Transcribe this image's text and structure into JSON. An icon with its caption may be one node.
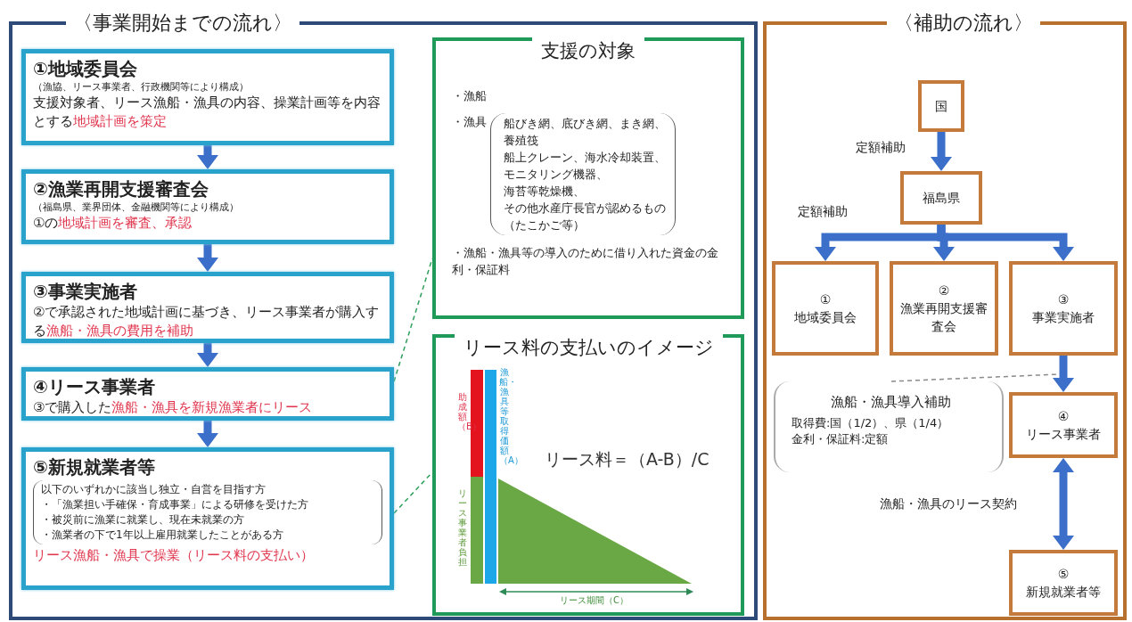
{
  "diagram": {
    "nodes": [
      {
        "text": [
          "〈事業開始までの流れ〉"
        ]
      },
      {
        "text": [
          "①地域委員会",
          "（漁協、リース事業者、行政機関等により構成）",
          "支援対象者、リース漁船・漁具の内容、操業計画等を内容とする",
          "地域計画を策定"
        ],
        "in": 0
      },
      {
        "text": [
          "②漁業再開支援審査会",
          "（福島県、業界団体、金融機関等により構成）",
          "①の",
          "地域計画を審査、承認"
        ],
        "in": 0
      },
      {
        "text": [
          "③事業実施者",
          "②で承認された地域計画に基づき、リース事業者が購入する",
          "漁船・漁具の費用を補助"
        ],
        "in": 0
      },
      {
        "text": [
          "④リース事業者",
          "③で購入した",
          "漁船・漁具を新規漁業者にリース"
        ],
        "in": 0
      },
      {
        "text": [
          "⑤新規就業者等",
          "以下のいずれかに該当し独立・自営を目指す方",
          "・「漁業担い手確保・育成事業」による研修を受けた方",
          "・被災前に漁業に就業し、現在未就業の方",
          "・漁業者の下で1年以上雇用就業したことがある方",
          "リース漁船・漁具で操業（リース料の支払い）"
        ],
        "in": 0
      },
      {
        "text": [
          "支援の対象",
          "・漁船",
          "・漁具",
          "船びき網、底びき網、まき網、",
          "養殖筏",
          "船上クレーン、海水冷却装置、",
          "モニタリング機器、",
          "海苔等乾燥機、",
          "その他水産庁長官が認めるもの",
          "（たこかご等）",
          "・漁船・漁具等の導入のために借り入れた資金の金利・保証料"
        ],
        "in": 0
      },
      {
        "text": [
          "リース料の支払いのイメージ",
          "リース料＝（A-B）/C"
        ],
        "in": 0
      },
      {
        "text": [
          "〈補助の流れ〉"
        ]
      },
      {
        "text": [
          "国"
        ],
        "in": 8
      },
      {
        "text": [
          "福島県"
        ],
        "in": 8
      },
      {
        "text": [
          "①",
          "地域委員会"
        ],
        "in": 8
      },
      {
        "text": [
          "②",
          "漁業再開支援審査会"
        ],
        "in": 8
      },
      {
        "text": [
          "③",
          "事業実施者"
        ],
        "in": 8
      },
      {
        "text": [
          "漁船・漁具導入補助",
          "取得費:国（1/2）、県（1/4）",
          "金利・保証料:定額"
        ],
        "in": 8
      },
      {
        "text": [
          "④",
          "リース事業者"
        ],
        "in": 8
      },
      {
        "text": [
          "⑤",
          "新規就業者等"
        ],
        "in": 8
      }
    ],
    "edges": [
      {
        "from": 1,
        "to": 2,
        "arrow": "to"
      },
      {
        "from": 2,
        "to": 3,
        "arrow": "to"
      },
      {
        "from": 3,
        "to": 4,
        "arrow": "to"
      },
      {
        "from": 4,
        "to": 5,
        "arrow": "to"
      },
      {
        "from": 4,
        "to": 6,
        "arrow": "none",
        "style": "dashed",
        "color": "#2e9e5b"
      },
      {
        "from": 5,
        "to": 7,
        "arrow": "none",
        "style": "dashed",
        "color": "#2e9e5b"
      },
      {
        "from": 9,
        "to": 10,
        "arrow": "to",
        "label": "定額補助"
      },
      {
        "from": 10,
        "to": 11,
        "arrow": "to",
        "label": "定額補助"
      },
      {
        "from": 10,
        "to": 12,
        "arrow": "to"
      },
      {
        "from": 10,
        "to": 13,
        "arrow": "to"
      },
      {
        "from": 13,
        "to": 15,
        "arrow": "to"
      },
      {
        "from": 15,
        "to": 16,
        "arrow": "both",
        "label": "漁船・漁具のリース契約"
      },
      {
        "from": 14,
        "to": null,
        "arrow": "none",
        "style": "dashed",
        "color": "#8a8a8a"
      }
    ],
    "labels": [
      "助成額（B）",
      "漁船・漁具等取得価額（A）",
      "リース事業者負担",
      "リース期間（C）"
    ]
  }
}
